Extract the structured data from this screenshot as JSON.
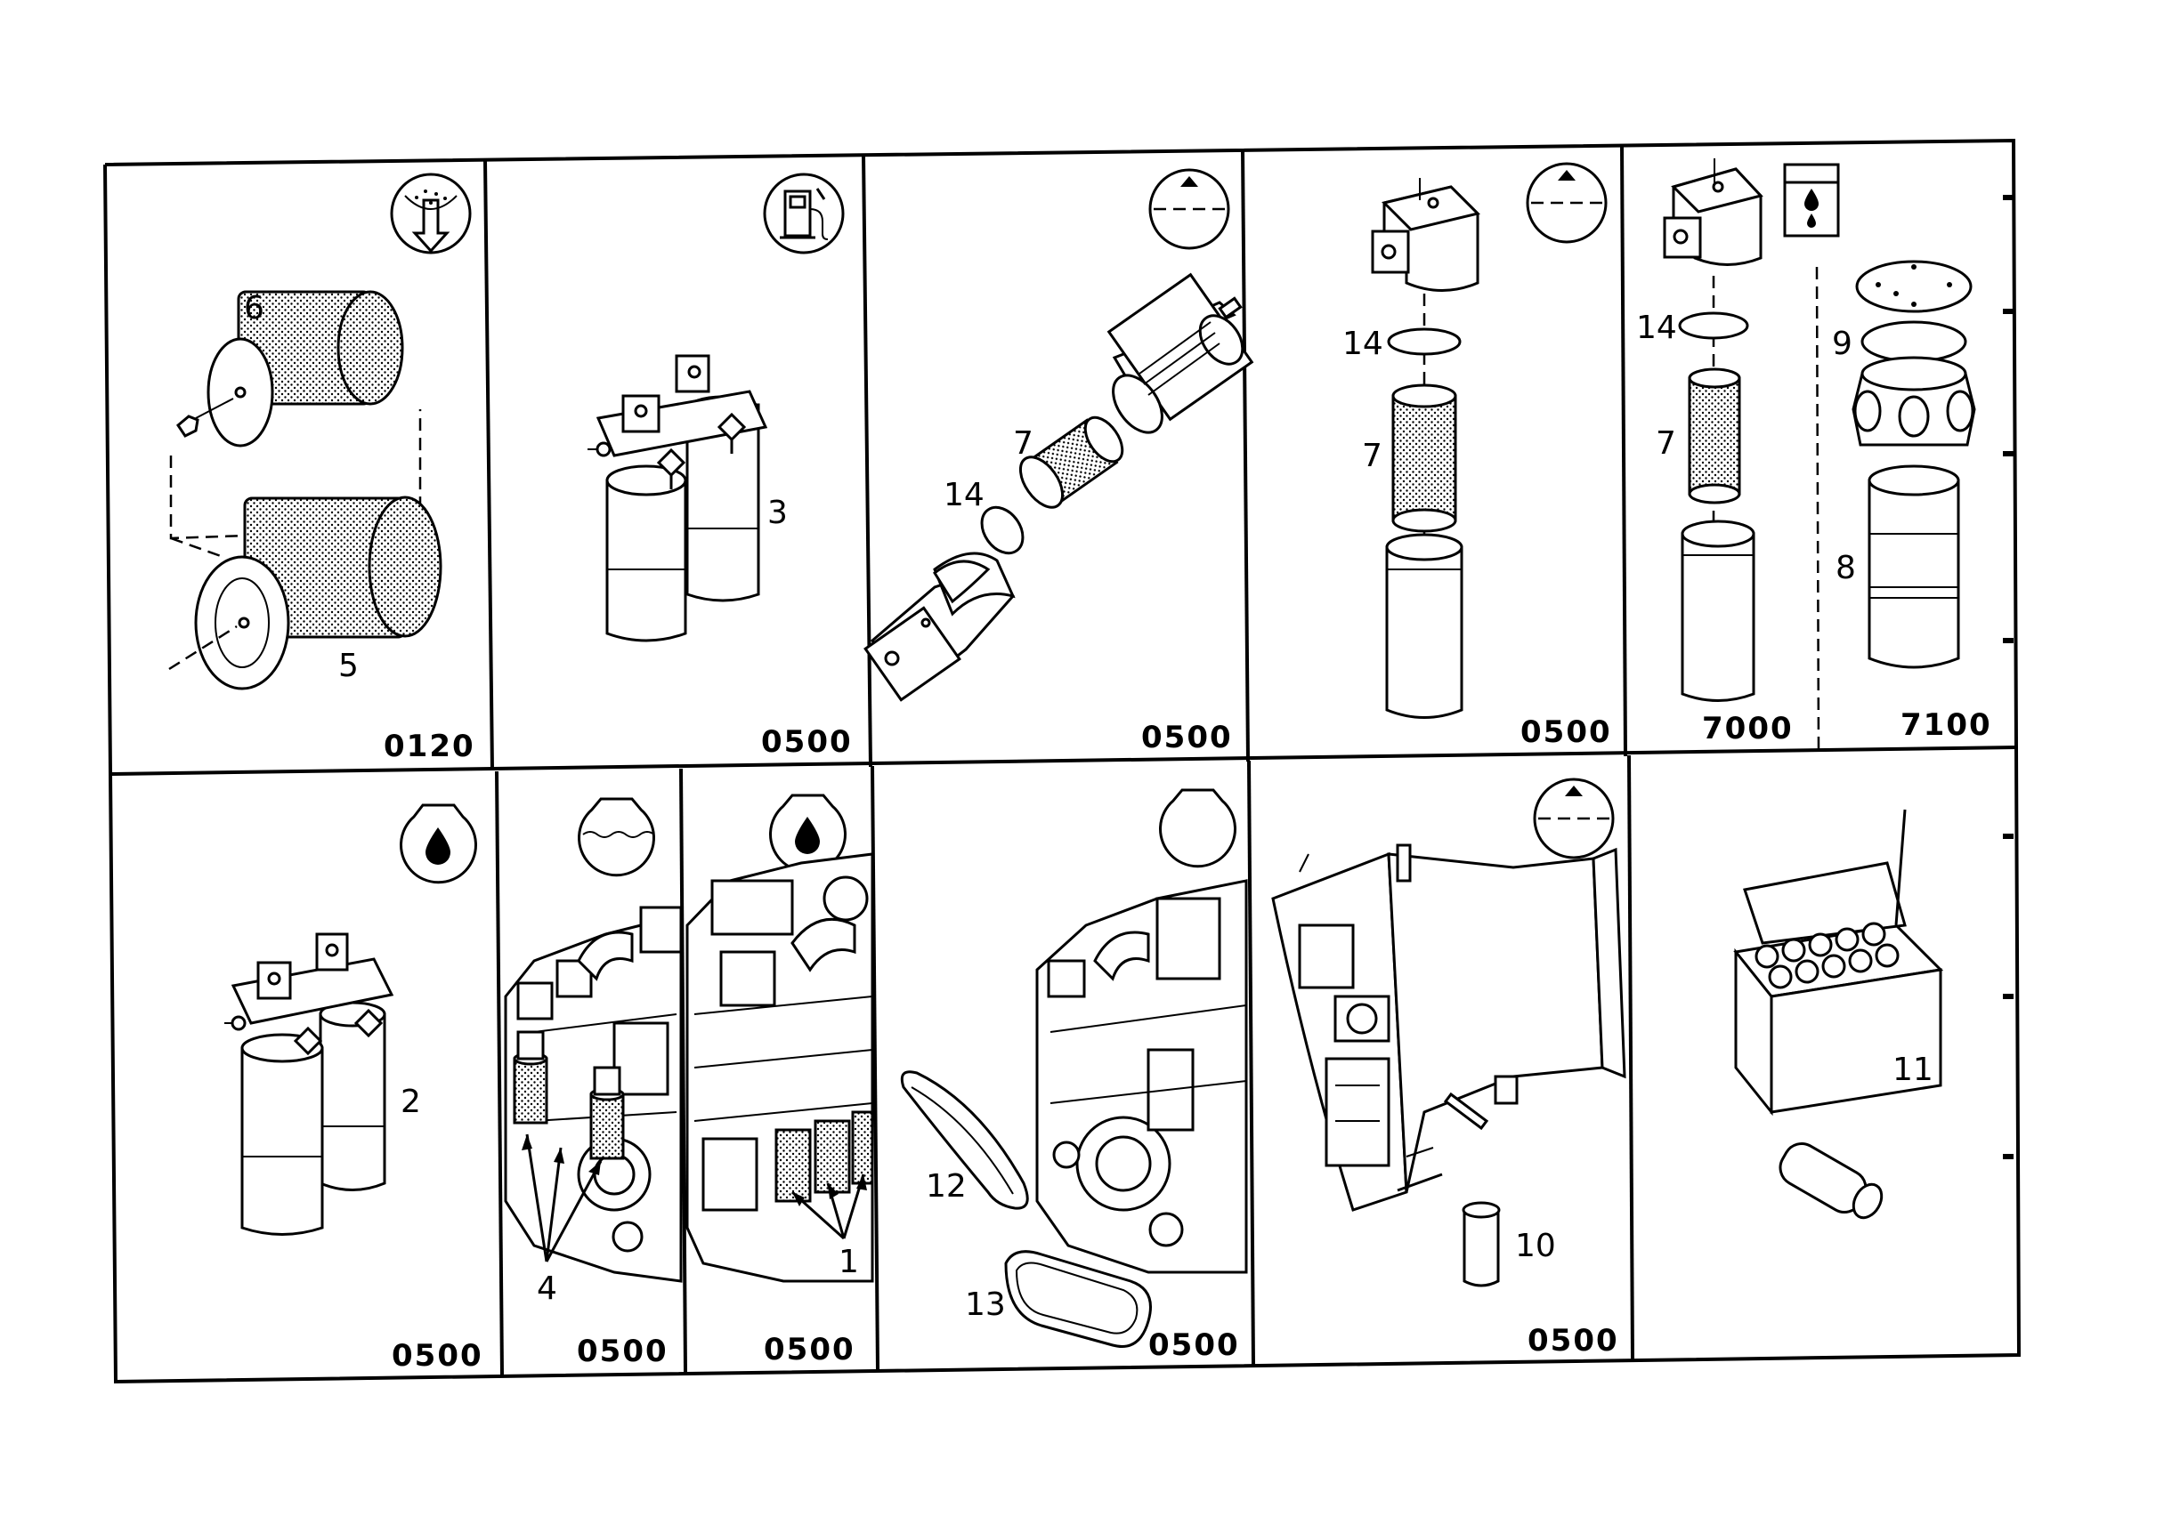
{
  "panels": [
    {
      "id": "p1",
      "code": "0120",
      "callouts": [
        "6",
        "5"
      ],
      "symbol": "dust-filter-icon"
    },
    {
      "id": "p2",
      "code": "0500",
      "callouts": [
        "3"
      ],
      "symbol": "fuel-pump-icon"
    },
    {
      "id": "p3",
      "code": "0500",
      "callouts": [
        "7",
        "14"
      ],
      "symbol": "level-up-icon"
    },
    {
      "id": "p4",
      "code": "0500",
      "callouts": [
        "14",
        "7"
      ],
      "symbol": "level-up-icon"
    },
    {
      "id": "p5a",
      "code": "7000",
      "callouts": [
        "14",
        "7"
      ],
      "symbol": "fuel-water-icon"
    },
    {
      "id": "p5b",
      "code": "7100",
      "callouts": [
        "9",
        "8"
      ],
      "symbol": ""
    },
    {
      "id": "p6",
      "code": "0500",
      "callouts": [
        "2"
      ],
      "symbol": "oil-drop-icon"
    },
    {
      "id": "p7",
      "code": "0500",
      "callouts": [
        "4"
      ],
      "symbol": "coolant-icon"
    },
    {
      "id": "p8",
      "code": "0500",
      "callouts": [
        "1"
      ],
      "symbol": "oil-drop-icon"
    },
    {
      "id": "p9",
      "code": "0500",
      "callouts": [
        "12",
        "13"
      ],
      "symbol": "empty-drop-icon"
    },
    {
      "id": "p10",
      "code": "0500",
      "callouts": [
        "10"
      ],
      "symbol": "level-up-icon"
    },
    {
      "id": "p11",
      "code": "",
      "callouts": [
        "11"
      ],
      "symbol": ""
    }
  ]
}
